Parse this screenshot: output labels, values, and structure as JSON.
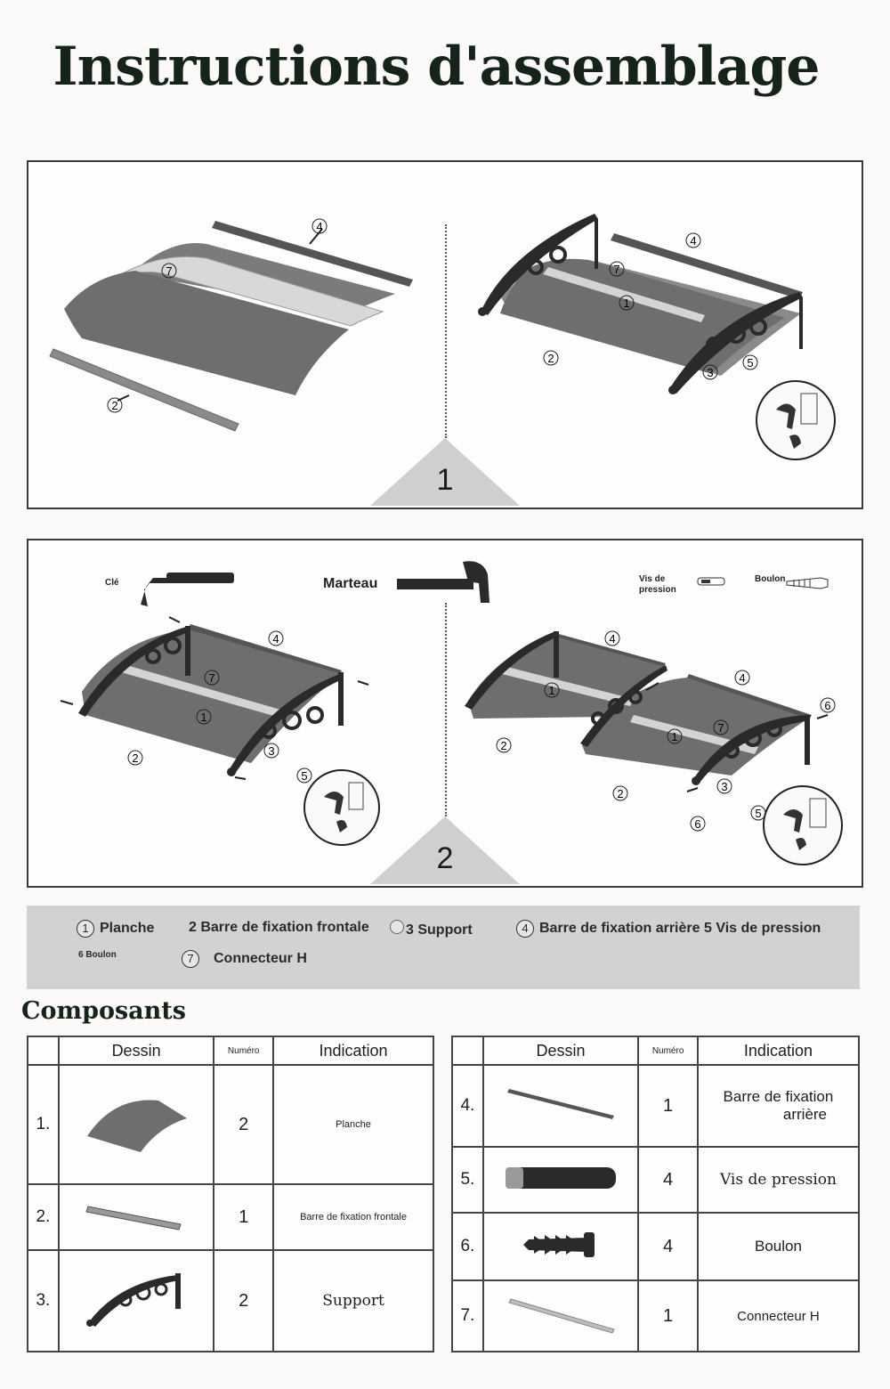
{
  "title": "Instructions d'assemblage",
  "steps": [
    {
      "number": "1"
    },
    {
      "number": "2"
    }
  ],
  "tools": {
    "key": "Clé",
    "hammer": "Marteau",
    "screw_line1": "Vis de",
    "screw_line2": "pression",
    "bolt": "Boulon"
  },
  "callouts": {
    "c1": "1",
    "c2": "2",
    "c3": "3",
    "c4": "4",
    "c5": "5",
    "c6": "6",
    "c7": "7"
  },
  "legend": {
    "item1_num": "1",
    "item1_label": "Planche",
    "item2": "2 Barre de fixation frontale",
    "item3": "3 Support",
    "item4_num": "4",
    "item4_label": "Barre de fixation arrière 5 Vis de pression",
    "item6": "6 Boulon",
    "item7_num": "7",
    "item7_label": "Connecteur H"
  },
  "components_title": "Composants",
  "table_headers": {
    "drawing": "Dessin",
    "number": "Numéro",
    "indication": "Indication"
  },
  "components_left": [
    {
      "index": "1.",
      "qty": "2",
      "indication": "Planche"
    },
    {
      "index": "2.",
      "qty": "1",
      "indication": "Barre de fixation frontale"
    },
    {
      "index": "3.",
      "qty": "2",
      "indication": "Support"
    }
  ],
  "components_right": [
    {
      "index": "4.",
      "qty": "1",
      "indication_line1": "Barre de fixation",
      "indication_line2": "arrière"
    },
    {
      "index": "5.",
      "qty": "4",
      "indication": "Vis de pression"
    },
    {
      "index": "6.",
      "qty": "4",
      "indication": "Boulon"
    },
    {
      "index": "7.",
      "qty": "1",
      "indication": "Connecteur H"
    }
  ],
  "colors": {
    "panel_fill": "#6e6e6e",
    "bracket": "#2a2a2a",
    "legend_bg": "#d2d2d2"
  }
}
